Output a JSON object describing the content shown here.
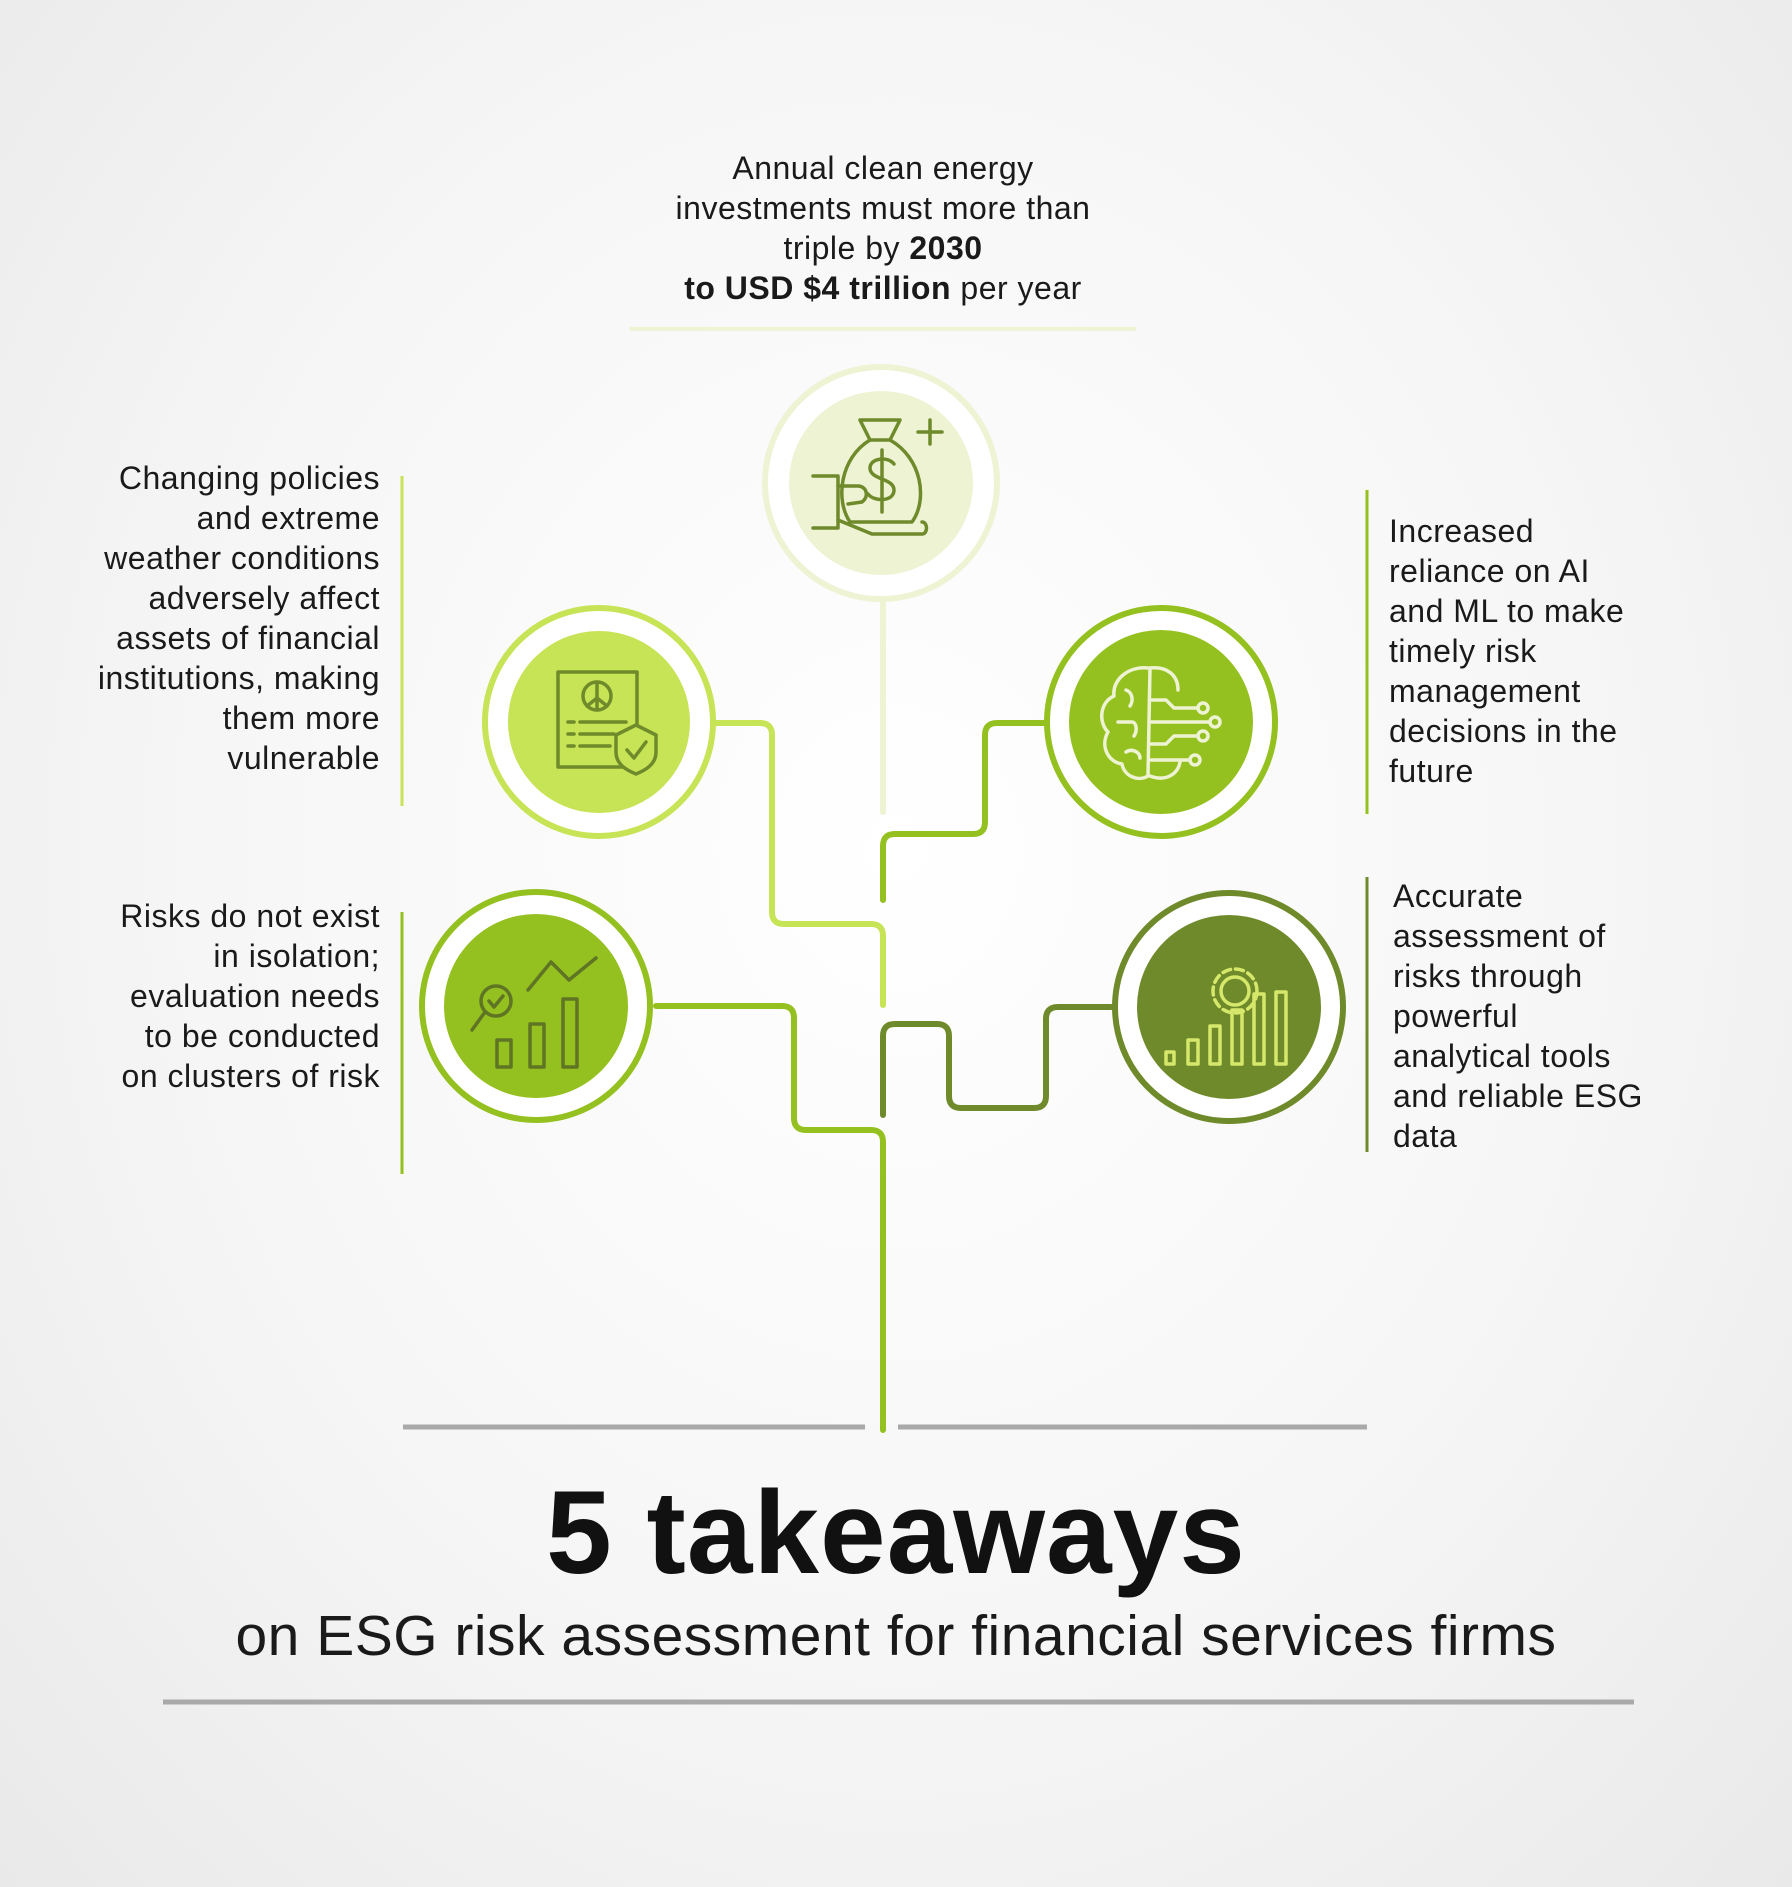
{
  "colors": {
    "light_green": "#c7e356",
    "mid_green": "#94c11f",
    "dark_green": "#6f8a2a",
    "pale_green": "#eef3d3",
    "gray_rule": "#a9a9a9"
  },
  "top": {
    "line1": "Annual clean energy",
    "line2": "investments must more than",
    "line3_pre": "triple by ",
    "line3_bold": "2030",
    "line4_bold": "to USD $4 trillion",
    "line4_post": " per year",
    "icon": "money-bag-hand-icon"
  },
  "left_upper": {
    "lines": [
      "Changing policies",
      "and extreme",
      "weather conditions",
      "adversely affect",
      "assets of financial",
      "institutions, making",
      "them more",
      "vulnerable"
    ],
    "icon": "policy-document-shield-icon"
  },
  "left_lower": {
    "lines": [
      "Risks do not exist",
      "in isolation;",
      "evaluation needs",
      "to be conducted",
      "on clusters of risk"
    ],
    "icon": "analytics-magnifier-chart-icon"
  },
  "right_upper": {
    "lines": [
      "Increased",
      "reliance on AI",
      "and ML to make",
      "timely risk",
      "management",
      "decisions in the",
      "future"
    ],
    "icon": "ai-brain-circuit-icon"
  },
  "right_lower": {
    "lines": [
      "Accurate",
      "assessment of",
      "risks through",
      "powerful",
      "analytical tools",
      "and reliable ESG",
      "data"
    ],
    "icon": "gear-bar-chart-icon"
  },
  "title": "5 takeaways",
  "subtitle": "on ESG risk assessment for financial services firms"
}
